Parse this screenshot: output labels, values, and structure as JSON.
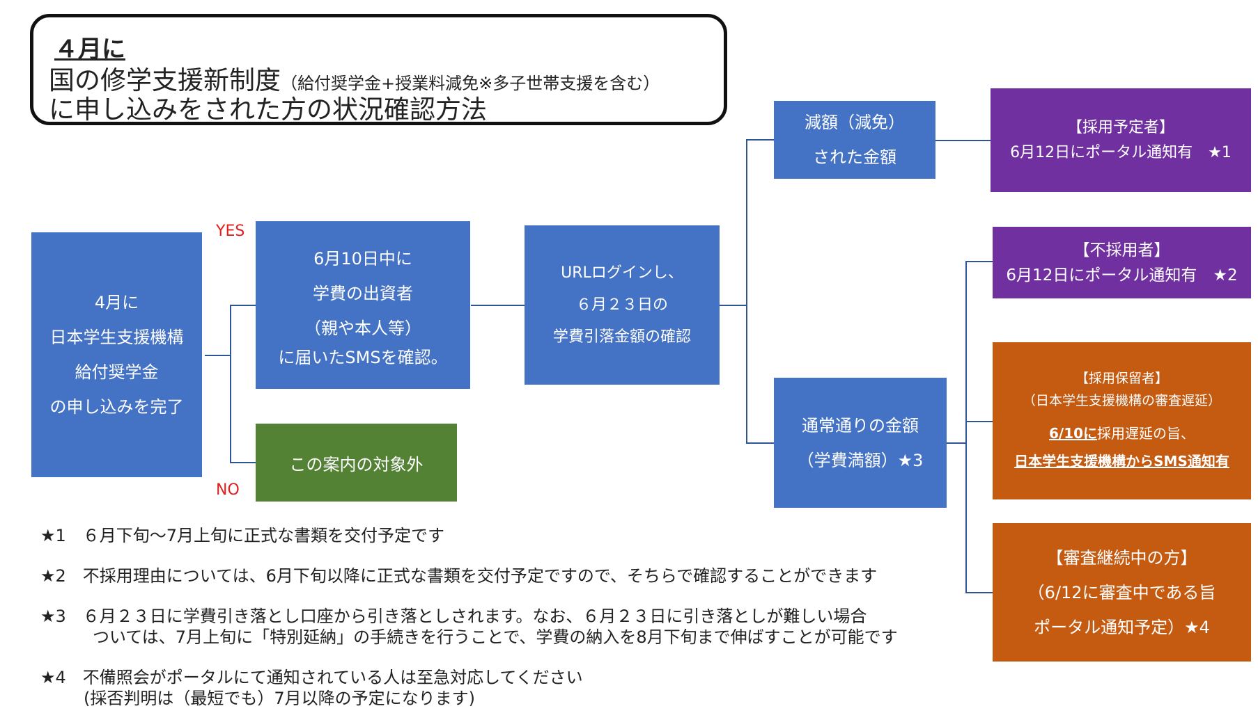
{
  "title": {
    "line1": "４月に",
    "line2_main": "国の修学支援新制度",
    "line2_small": "（給付奨学金+授業料減免※多子世帯支援を含む）",
    "line3": "に申し込みをされた方の状況確認方法"
  },
  "labels": {
    "yes": "YES",
    "no": "NO"
  },
  "start_box": [
    "4月に",
    "日本学生支援機構",
    "給付奨学金",
    "の申し込みを完了"
  ],
  "sms_box": [
    "6月10日中に",
    "学費の出資者",
    "（親や本人等）",
    "に届いたSMSを確認。"
  ],
  "out_box": "この案内の対象外",
  "url_box": [
    "URLログインし、",
    "６月２３日の",
    "学費引落金額の確認"
  ],
  "reduced_box": [
    "減額（減免）",
    "された金額"
  ],
  "normal_box": [
    "通常通りの金額",
    "（学費満額）★3"
  ],
  "adopted_box": [
    "【採用予定者】",
    "6月12日にポータル通知有　★1"
  ],
  "rejected_box": [
    "【不採用者】",
    "6月12日にポータル通知有　★2"
  ],
  "pending_box": {
    "l1": "【採用保留者】",
    "l2": "（日本学生支援機構の審査遅延）",
    "l3_u": "6/10に",
    "l3_rest": "採用遅延の旨、",
    "l4": "日本学生支援機構からSMS通知有"
  },
  "review_box": [
    "【審査継続中の方】",
    "（6/12に審査中である旨",
    "ポータル通知予定）★4"
  ],
  "notes": [
    "★1　６月下旬〜7月上旬に正式な書類を交付予定です",
    "★2　不採用理由については、6月下旬以降に正式な書類を交付予定ですので、そちらで確認することができます",
    "★3　６月２３日に学費引き落とし口座から引き落としされます。なお、６月２３日に引き落としが難しい場合",
    "ついては、7月上旬に「特別延納」の手続きを行うことで、学費の納入を8月下旬まで伸ばすことが可能です",
    "★4　不備照会がポータルにて通知されている人は至急対応してください",
    "(採否判明は（最短でも）7月以降の予定になります)"
  ],
  "colors": {
    "blue": "#4472c4",
    "purple": "#7030a0",
    "orange": "#c55a11",
    "green": "#548235",
    "yes_no": "#e02020"
  }
}
